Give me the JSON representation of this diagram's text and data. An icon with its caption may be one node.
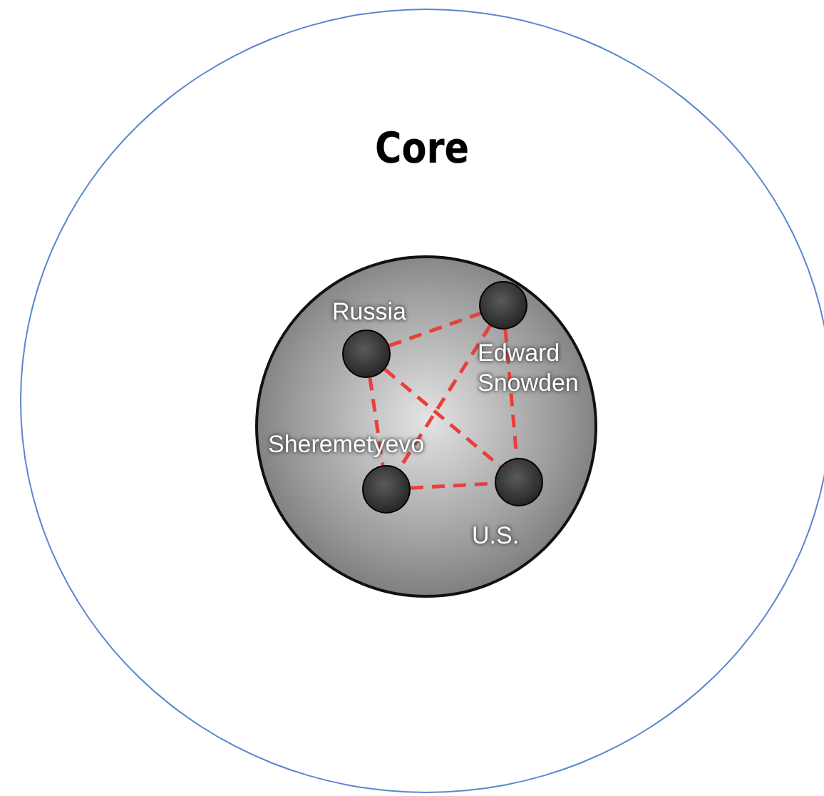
{
  "diagram": {
    "nodes": [
      {
        "text": [
          "Core"
        ]
      },
      {
        "text": [],
        "shape": "circle",
        "in": 0
      },
      {
        "text": [
          "Russia"
        ],
        "in": 1
      },
      {
        "text": [
          "Edward Snowden"
        ],
        "in": 1
      },
      {
        "text": [
          "Sheremetyevo"
        ],
        "in": 1
      },
      {
        "text": [
          "U.S."
        ],
        "in": 1
      }
    ],
    "edges": [
      {
        "from": 2,
        "to": 3,
        "arrow": "none",
        "style": "dashed",
        "color": "#e8403c"
      },
      {
        "from": 2,
        "to": 4,
        "arrow": "none",
        "style": "dashed",
        "color": "#e8403c"
      },
      {
        "from": 2,
        "to": 5,
        "arrow": "none",
        "style": "dashed",
        "color": "#e8403c"
      },
      {
        "from": 3,
        "to": 4,
        "arrow": "none",
        "style": "dashed",
        "color": "#e8403c"
      },
      {
        "from": 3,
        "to": 5,
        "arrow": "none",
        "style": "dashed",
        "color": "#e8403c"
      },
      {
        "from": 4,
        "to": 5,
        "arrow": "none",
        "style": "dashed",
        "color": "#e8403c"
      }
    ]
  }
}
